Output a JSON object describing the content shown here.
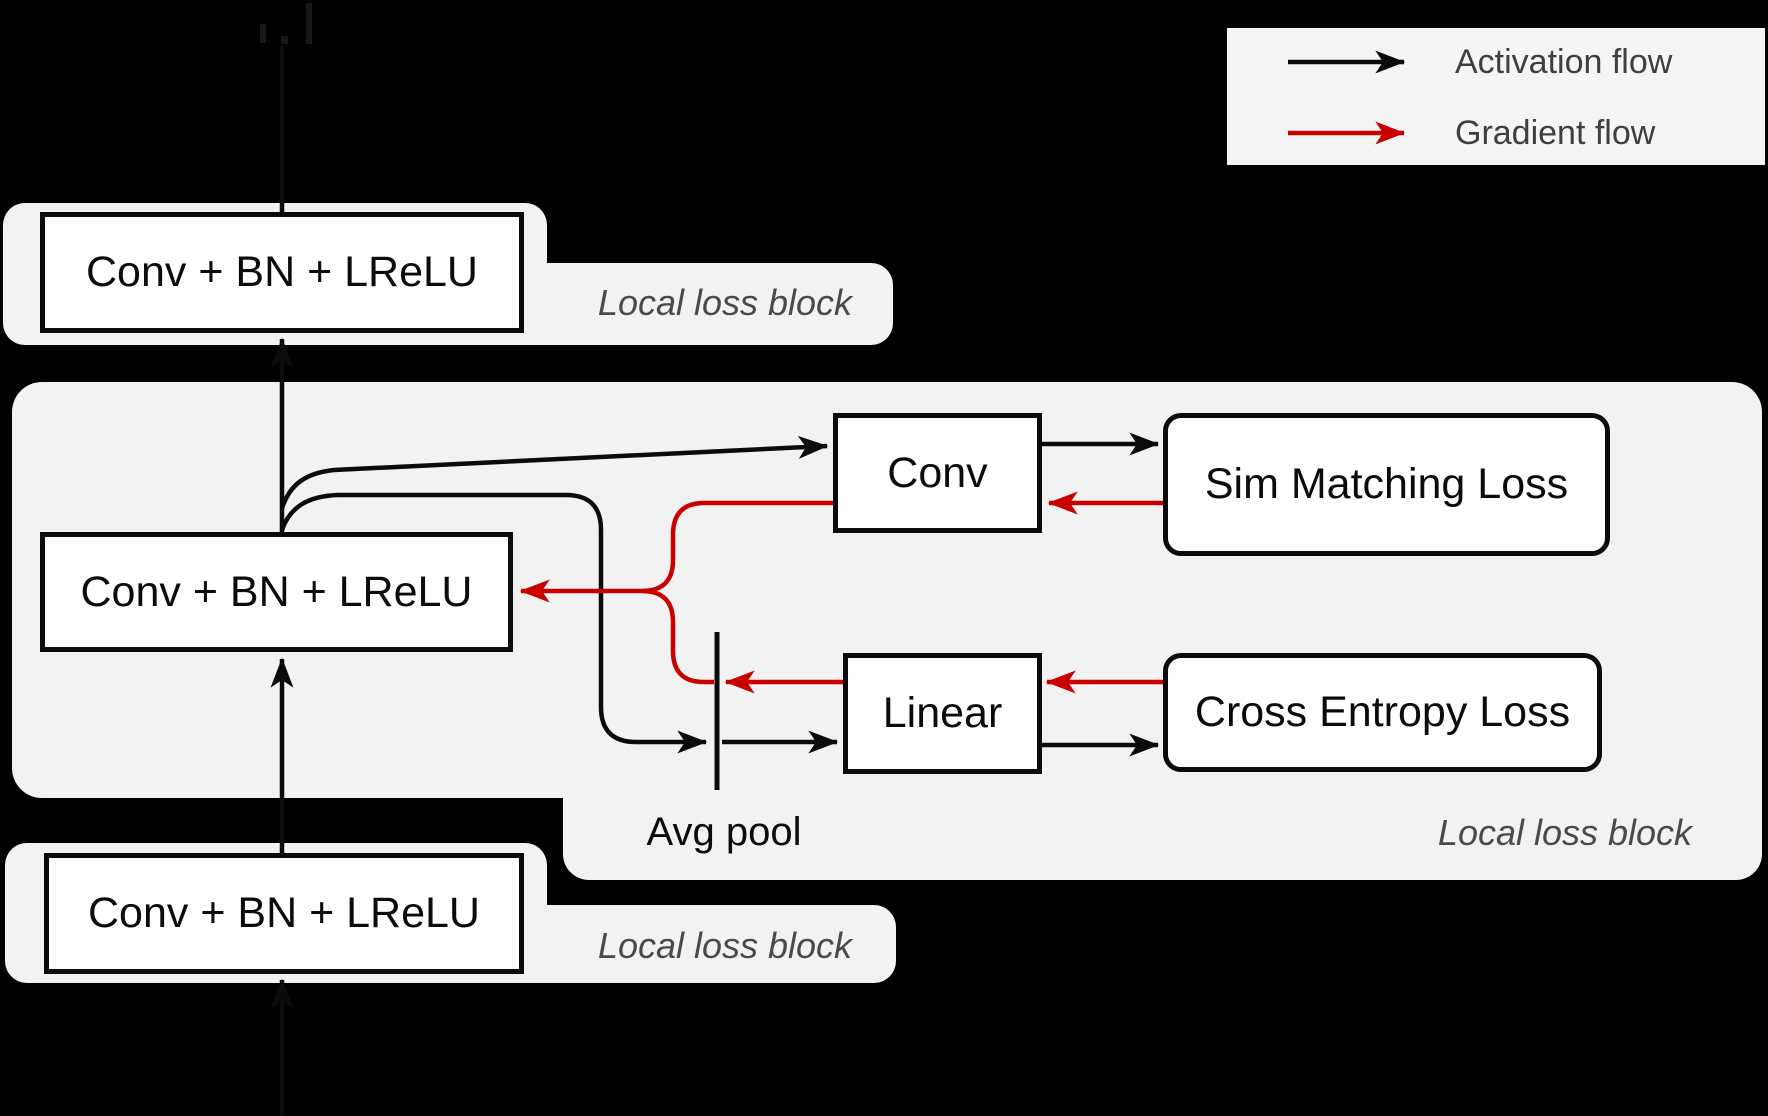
{
  "colors": {
    "background": "#000000",
    "panel_gray": "#f2f2f2",
    "legend_gray": "#f5f5f5",
    "box_fill": "#ffffff",
    "activation_flow": "#0b0b0b",
    "gradient_flow": "#c80000",
    "caption_gray": "#4a4a4a",
    "crop_marks": "#181818"
  },
  "legend": {
    "items": [
      {
        "label": "Activation flow",
        "color": "#0b0b0b"
      },
      {
        "label": "Gradient flow",
        "color": "#c80000"
      }
    ]
  },
  "blocks": {
    "top": {
      "layer_label": "Conv + BN + LReLU",
      "caption": "Local loss block"
    },
    "middle": {
      "layer_label": "Conv + BN + LReLU",
      "conv_label": "Conv",
      "linear_label": "Linear",
      "sim_loss_label": "Sim Matching Loss",
      "ce_loss_label": "Cross Entropy Loss",
      "avg_pool_label": "Avg pool",
      "caption": "Local loss block"
    },
    "bottom": {
      "layer_label": "Conv + BN + LReLU",
      "caption": "Local loss block"
    }
  },
  "edges": [
    {
      "from": "lower-layers",
      "to": "bottom-conv-bn-lrelu",
      "type": "activation"
    },
    {
      "from": "bottom-conv-bn-lrelu",
      "to": "middle-conv-bn-lrelu",
      "type": "activation"
    },
    {
      "from": "middle-conv-bn-lrelu",
      "to": "top-conv-bn-lrelu",
      "type": "activation"
    },
    {
      "from": "middle-conv-bn-lrelu",
      "to": "conv",
      "type": "activation"
    },
    {
      "from": "conv",
      "to": "sim-matching-loss",
      "type": "activation"
    },
    {
      "from": "middle-conv-bn-lrelu",
      "to": "avg-pool",
      "type": "activation"
    },
    {
      "from": "avg-pool",
      "to": "linear",
      "type": "activation"
    },
    {
      "from": "linear",
      "to": "cross-entropy-loss",
      "type": "activation"
    },
    {
      "from": "sim-matching-loss",
      "to": "conv",
      "type": "gradient"
    },
    {
      "from": "conv",
      "to": "middle-conv-bn-lrelu",
      "type": "gradient"
    },
    {
      "from": "cross-entropy-loss",
      "to": "linear",
      "type": "gradient"
    },
    {
      "from": "linear",
      "to": "avg-pool",
      "type": "gradient"
    },
    {
      "from": "avg-pool",
      "to": "middle-conv-bn-lrelu",
      "type": "gradient"
    }
  ]
}
